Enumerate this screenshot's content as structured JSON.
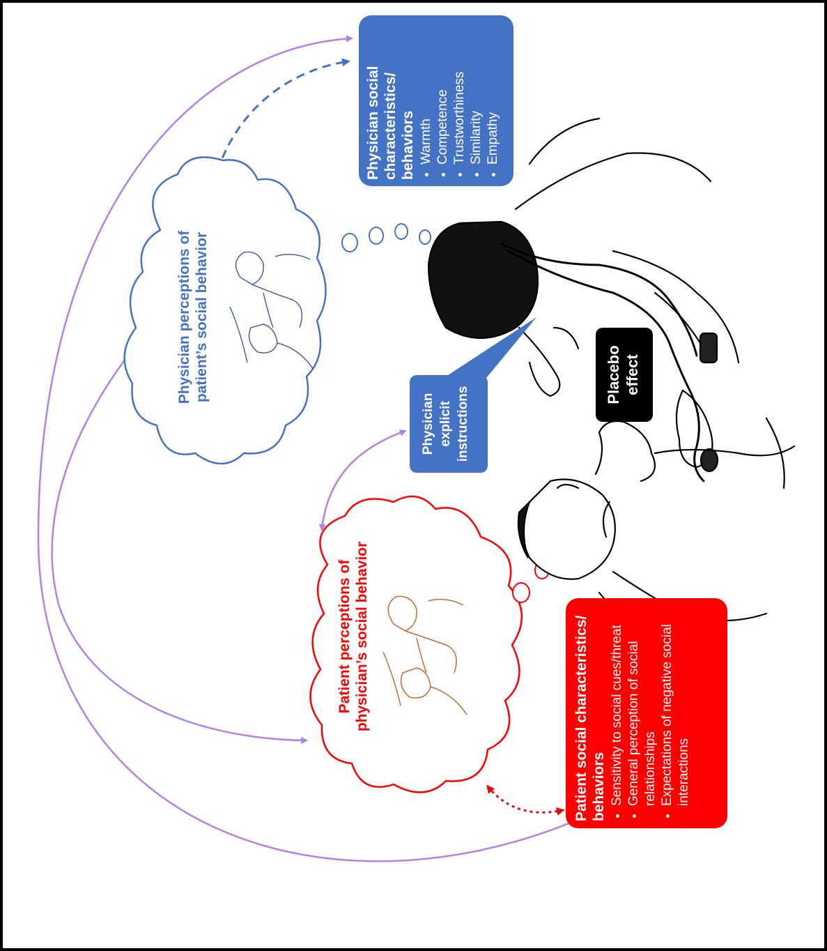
{
  "physician_box": {
    "title_line1": "Physician social",
    "title_line2": "characteristics/",
    "title_line3": "behaviors",
    "items": [
      "Warmth",
      "Competence",
      "Trustworthiness",
      "Similarity",
      "Empathy"
    ]
  },
  "patient_box": {
    "title_line1": "Patient social characteristics/",
    "title_line2": "behaviors",
    "items": [
      "Sensitivity to social cues/threat",
      "General perception of social relationships",
      "Expectations of negative social interactions"
    ]
  },
  "physician_cloud": {
    "line1": "Physician perceptions of",
    "line2": "patient’s social behavior"
  },
  "patient_cloud": {
    "line1": "Patient perceptions of",
    "line2": "physician’s social behavior"
  },
  "instructions_callout": {
    "line1": "Physician",
    "line2": "explicit",
    "line3": "instructions"
  },
  "placebo_box": {
    "line1": "Placebo",
    "line2": "effect"
  },
  "colors": {
    "blue": "#4472c4",
    "red": "#ff0000",
    "purple": "#b57ee8",
    "black": "#000000",
    "sketch_brown": "#c56a2a"
  }
}
